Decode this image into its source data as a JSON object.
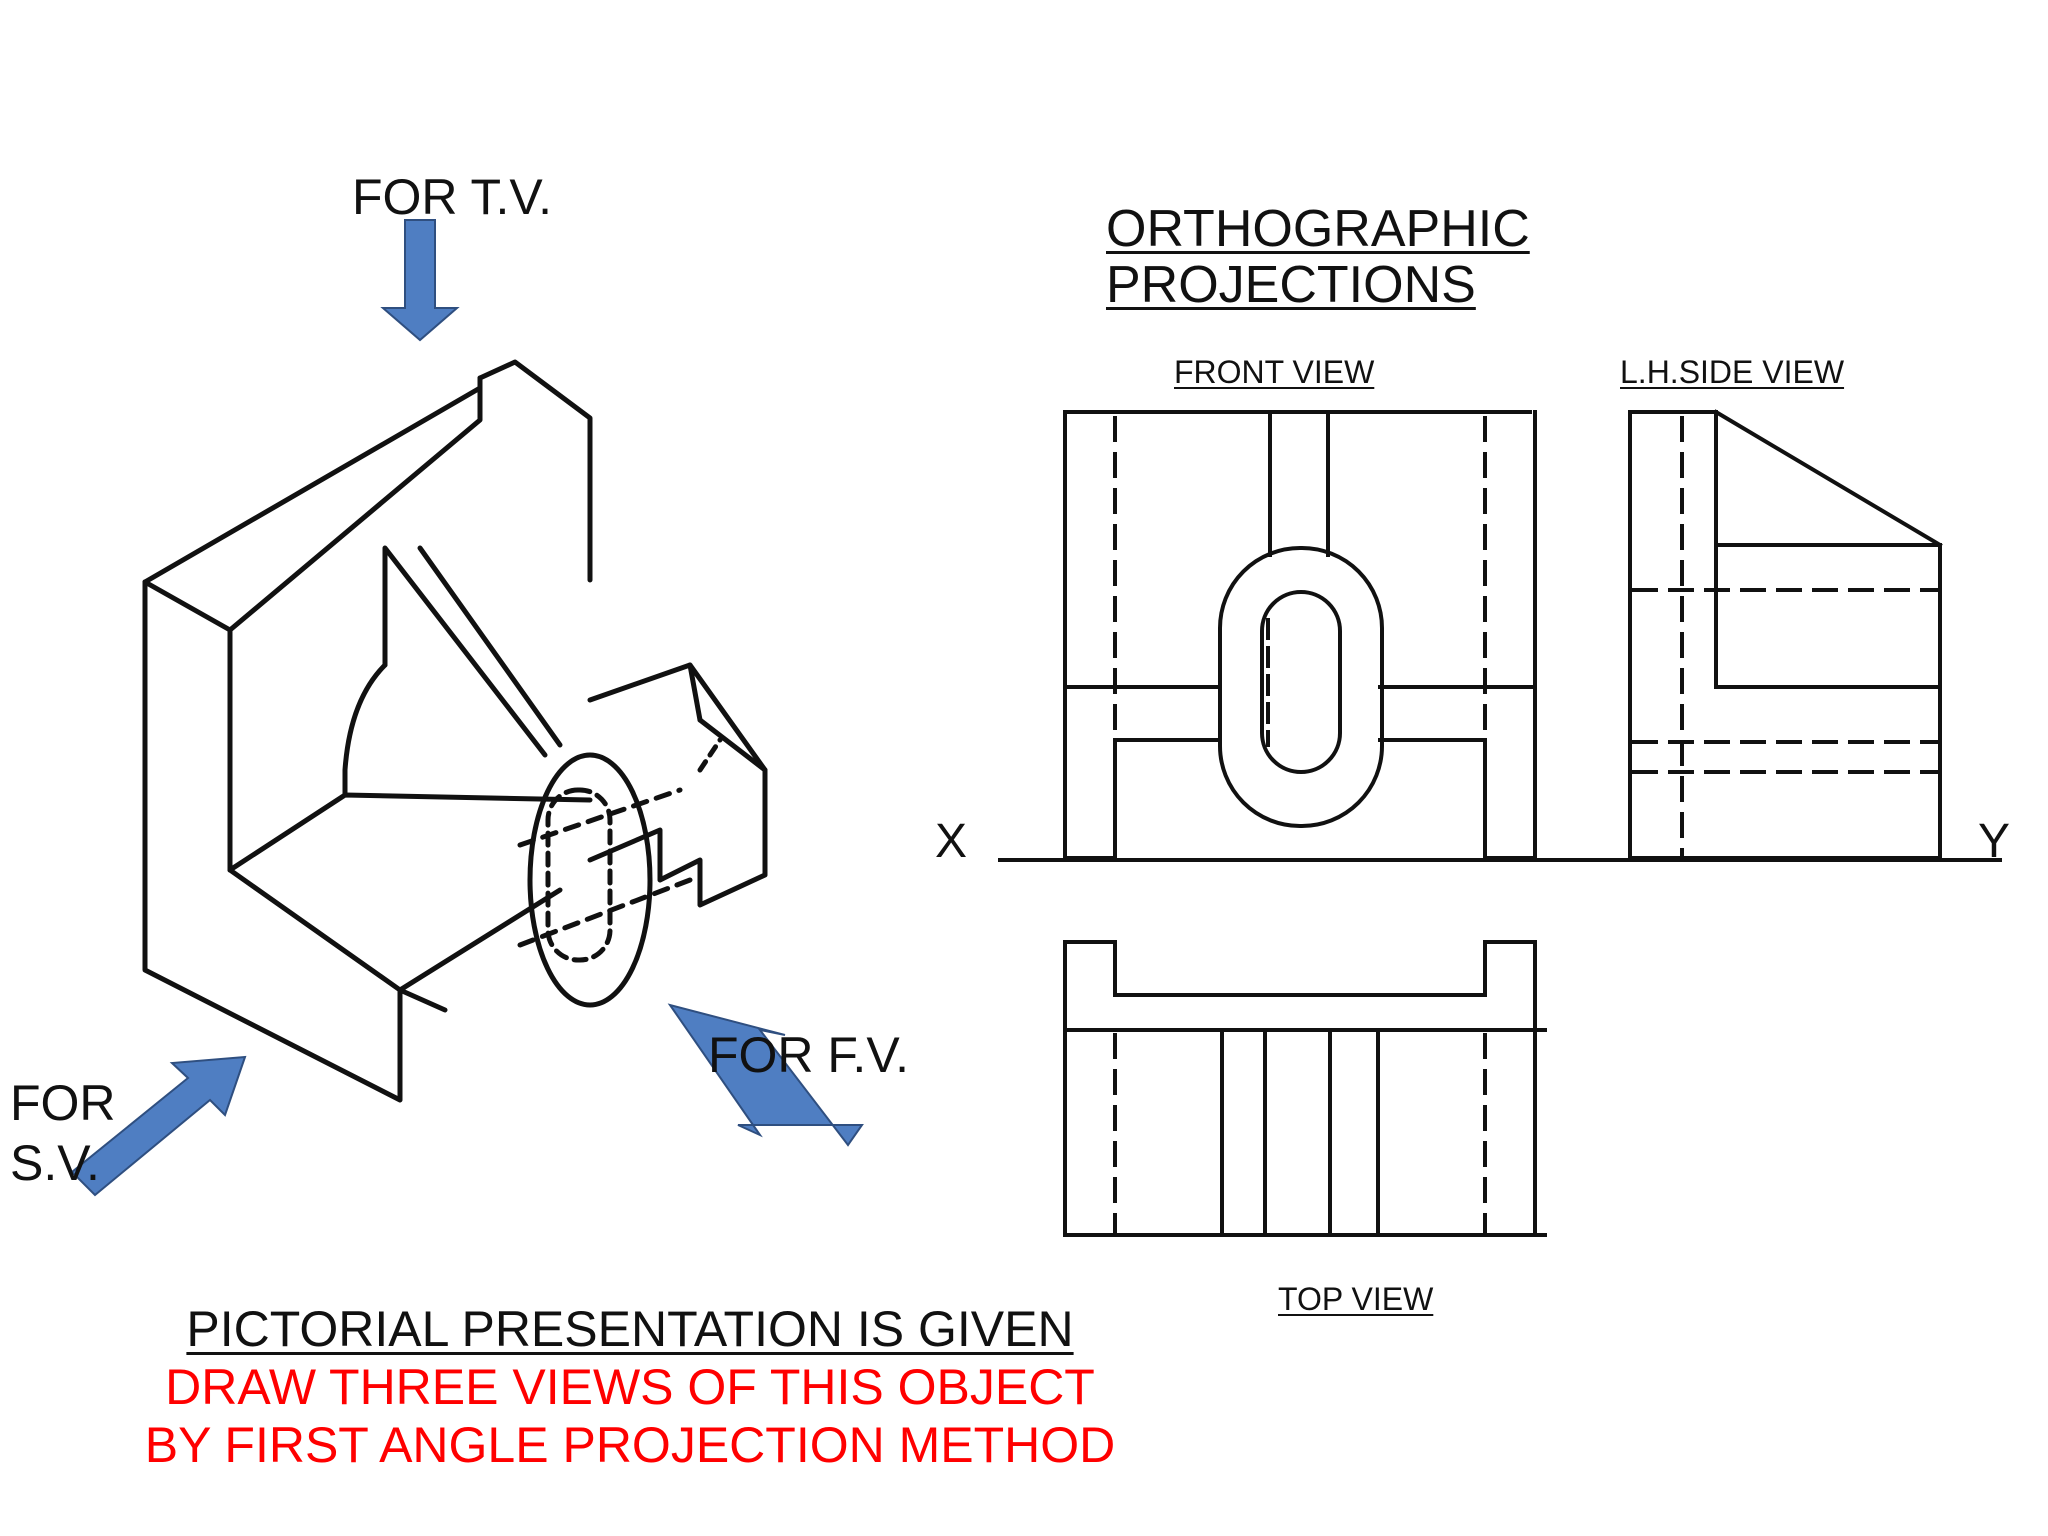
{
  "labels": {
    "for_tv": "FOR T.V.",
    "for_fv": "FOR F.V.",
    "for_sv_line1": "FOR",
    "for_sv_line2": "S.V.",
    "x_mark": "X",
    "y_mark": "Y"
  },
  "heading": {
    "line1": "ORTHOGRAPHIC",
    "line2": "PROJECTIONS"
  },
  "views": {
    "front": "FRONT VIEW",
    "side": "L.H.SIDE VIEW",
    "top": "TOP VIEW"
  },
  "footer": {
    "line1": "PICTORIAL PRESENTATION IS GIVEN",
    "line2": "DRAW THREE VIEWS OF THIS OBJECT",
    "line3": "BY FIRST ANGLE PROJECTION METHOD"
  },
  "colors": {
    "arrow": "#4f7ec2",
    "instruction": "#ff0000",
    "ink": "#111111"
  },
  "icons": {
    "direction_arrows": "arrow-icon"
  }
}
